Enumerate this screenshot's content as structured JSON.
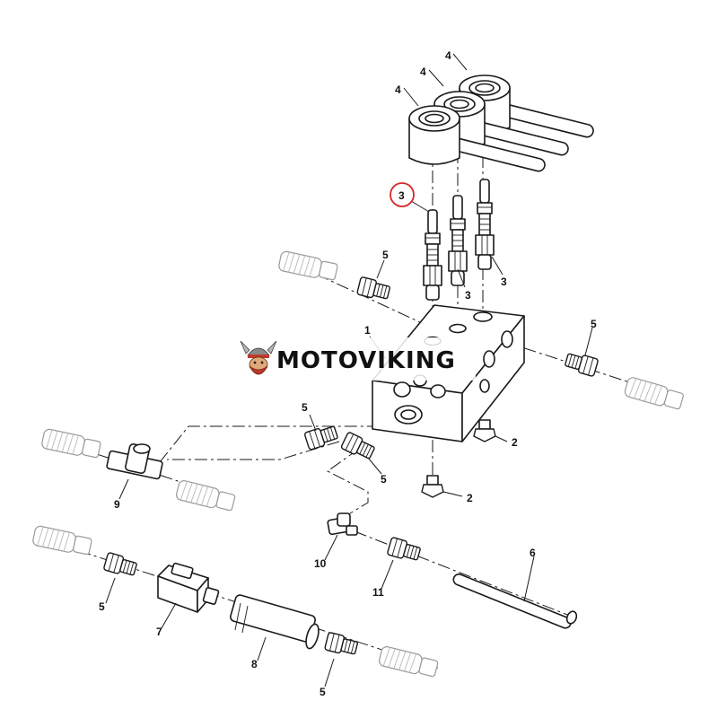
{
  "watermark": {
    "text": "MOTOVIKING",
    "logo_icon": "viking-helmet-icon"
  },
  "callouts": [
    {
      "label": "4",
      "part": "solenoid-coil"
    },
    {
      "label": "4",
      "part": "solenoid-coil"
    },
    {
      "label": "4",
      "part": "solenoid-coil"
    },
    {
      "label": "3",
      "part": "solenoid-cartridge-valve",
      "highlighted": true
    },
    {
      "label": "3",
      "part": "solenoid-cartridge-valve"
    },
    {
      "label": "3",
      "part": "solenoid-cartridge-valve"
    },
    {
      "label": "1",
      "part": "valve-block"
    },
    {
      "label": "5",
      "part": "fitting"
    },
    {
      "label": "5",
      "part": "fitting"
    },
    {
      "label": "5",
      "part": "fitting"
    },
    {
      "label": "5",
      "part": "fitting"
    },
    {
      "label": "5",
      "part": "fitting"
    },
    {
      "label": "5",
      "part": "fitting"
    },
    {
      "label": "2",
      "part": "plug"
    },
    {
      "label": "2",
      "part": "plug"
    },
    {
      "label": "9",
      "part": "tee-fitting"
    },
    {
      "label": "10",
      "part": "elbow-fitting"
    },
    {
      "label": "11",
      "part": "fitting"
    },
    {
      "label": "6",
      "part": "tube"
    },
    {
      "label": "7",
      "part": "union"
    },
    {
      "label": "8",
      "part": "filter"
    }
  ],
  "colors": {
    "highlight": "#d62828",
    "line": "#1a1a1a",
    "thread": "#9a9a9a"
  }
}
